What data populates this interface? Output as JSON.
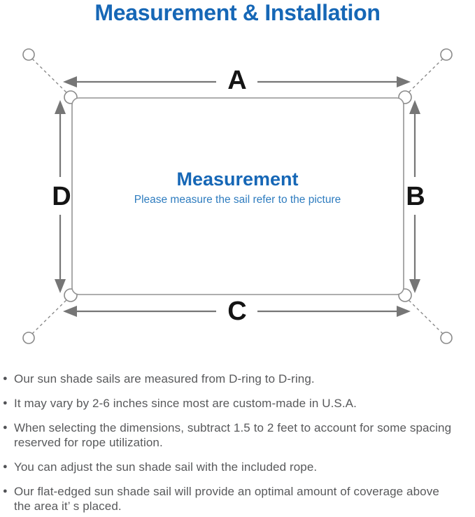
{
  "title": "Measurement & Installation",
  "diagram": {
    "heading": "Measurement",
    "subheading": "Please measure the sail refer to the picture",
    "labels": {
      "top": "A",
      "right": "B",
      "bottom": "C",
      "left": "D"
    }
  },
  "bullet_glyph": "●",
  "notes": [
    {
      "lines": [
        "Our sun shade sails are measured from D-ring to D-ring."
      ]
    },
    {
      "lines": [
        "It may vary by 2-6 inches since most are custom-made in U.S.A."
      ]
    },
    {
      "lines": [
        "When selecting the dimensions, subtract 1.5 to 2 feet to account for some spacing",
        "reserved for rope utilization."
      ]
    },
    {
      "lines": [
        "You can adjust the sun shade sail with the included rope."
      ]
    },
    {
      "lines": [
        "Our flat-edged sun shade sail will provide an optimal amount of coverage above",
        "the area it’ s placed."
      ]
    }
  ],
  "colors": {
    "accent_blue": "#1667b6",
    "subtitle_blue": "#2e7cbf",
    "diagram_line_gray": "#8a8a8a",
    "arrow_gray": "#767676",
    "note_text_gray": "#58595b"
  }
}
